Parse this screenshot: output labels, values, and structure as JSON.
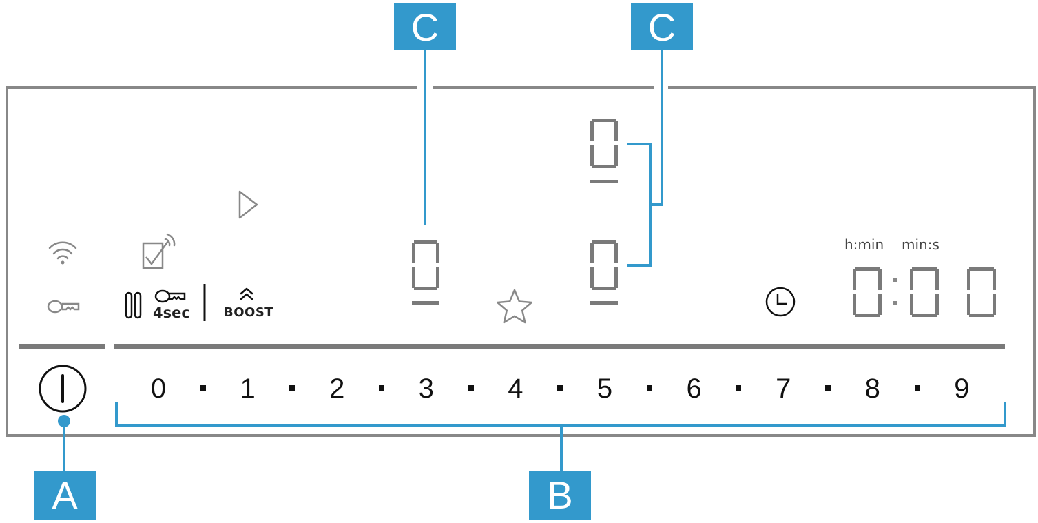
{
  "colors": {
    "callout": "#3399cc",
    "frame": "#888888",
    "segment": "#7a7a7a",
    "ink": "#111111"
  },
  "callouts": {
    "a": "A",
    "b": "B",
    "c1": "C",
    "c2": "C"
  },
  "controls": {
    "icons": [
      "wifi-icon",
      "key-icon",
      "remote-start-icon",
      "play-icon",
      "pause-icon",
      "child-lock-key-icon",
      "boost-icon",
      "favourite-star-icon",
      "timer-clock-icon",
      "power-icon"
    ],
    "lock_hint": "4sec",
    "boost_label": "BOOST"
  },
  "displays": {
    "zone_left": "0",
    "zone_right_top": "0",
    "zone_right_bottom": "0",
    "timer_units_1": "h:min",
    "timer_units_2": "min:s"
  },
  "scale": [
    "0",
    "1",
    "2",
    "3",
    "4",
    "5",
    "6",
    "7",
    "8",
    "9"
  ]
}
